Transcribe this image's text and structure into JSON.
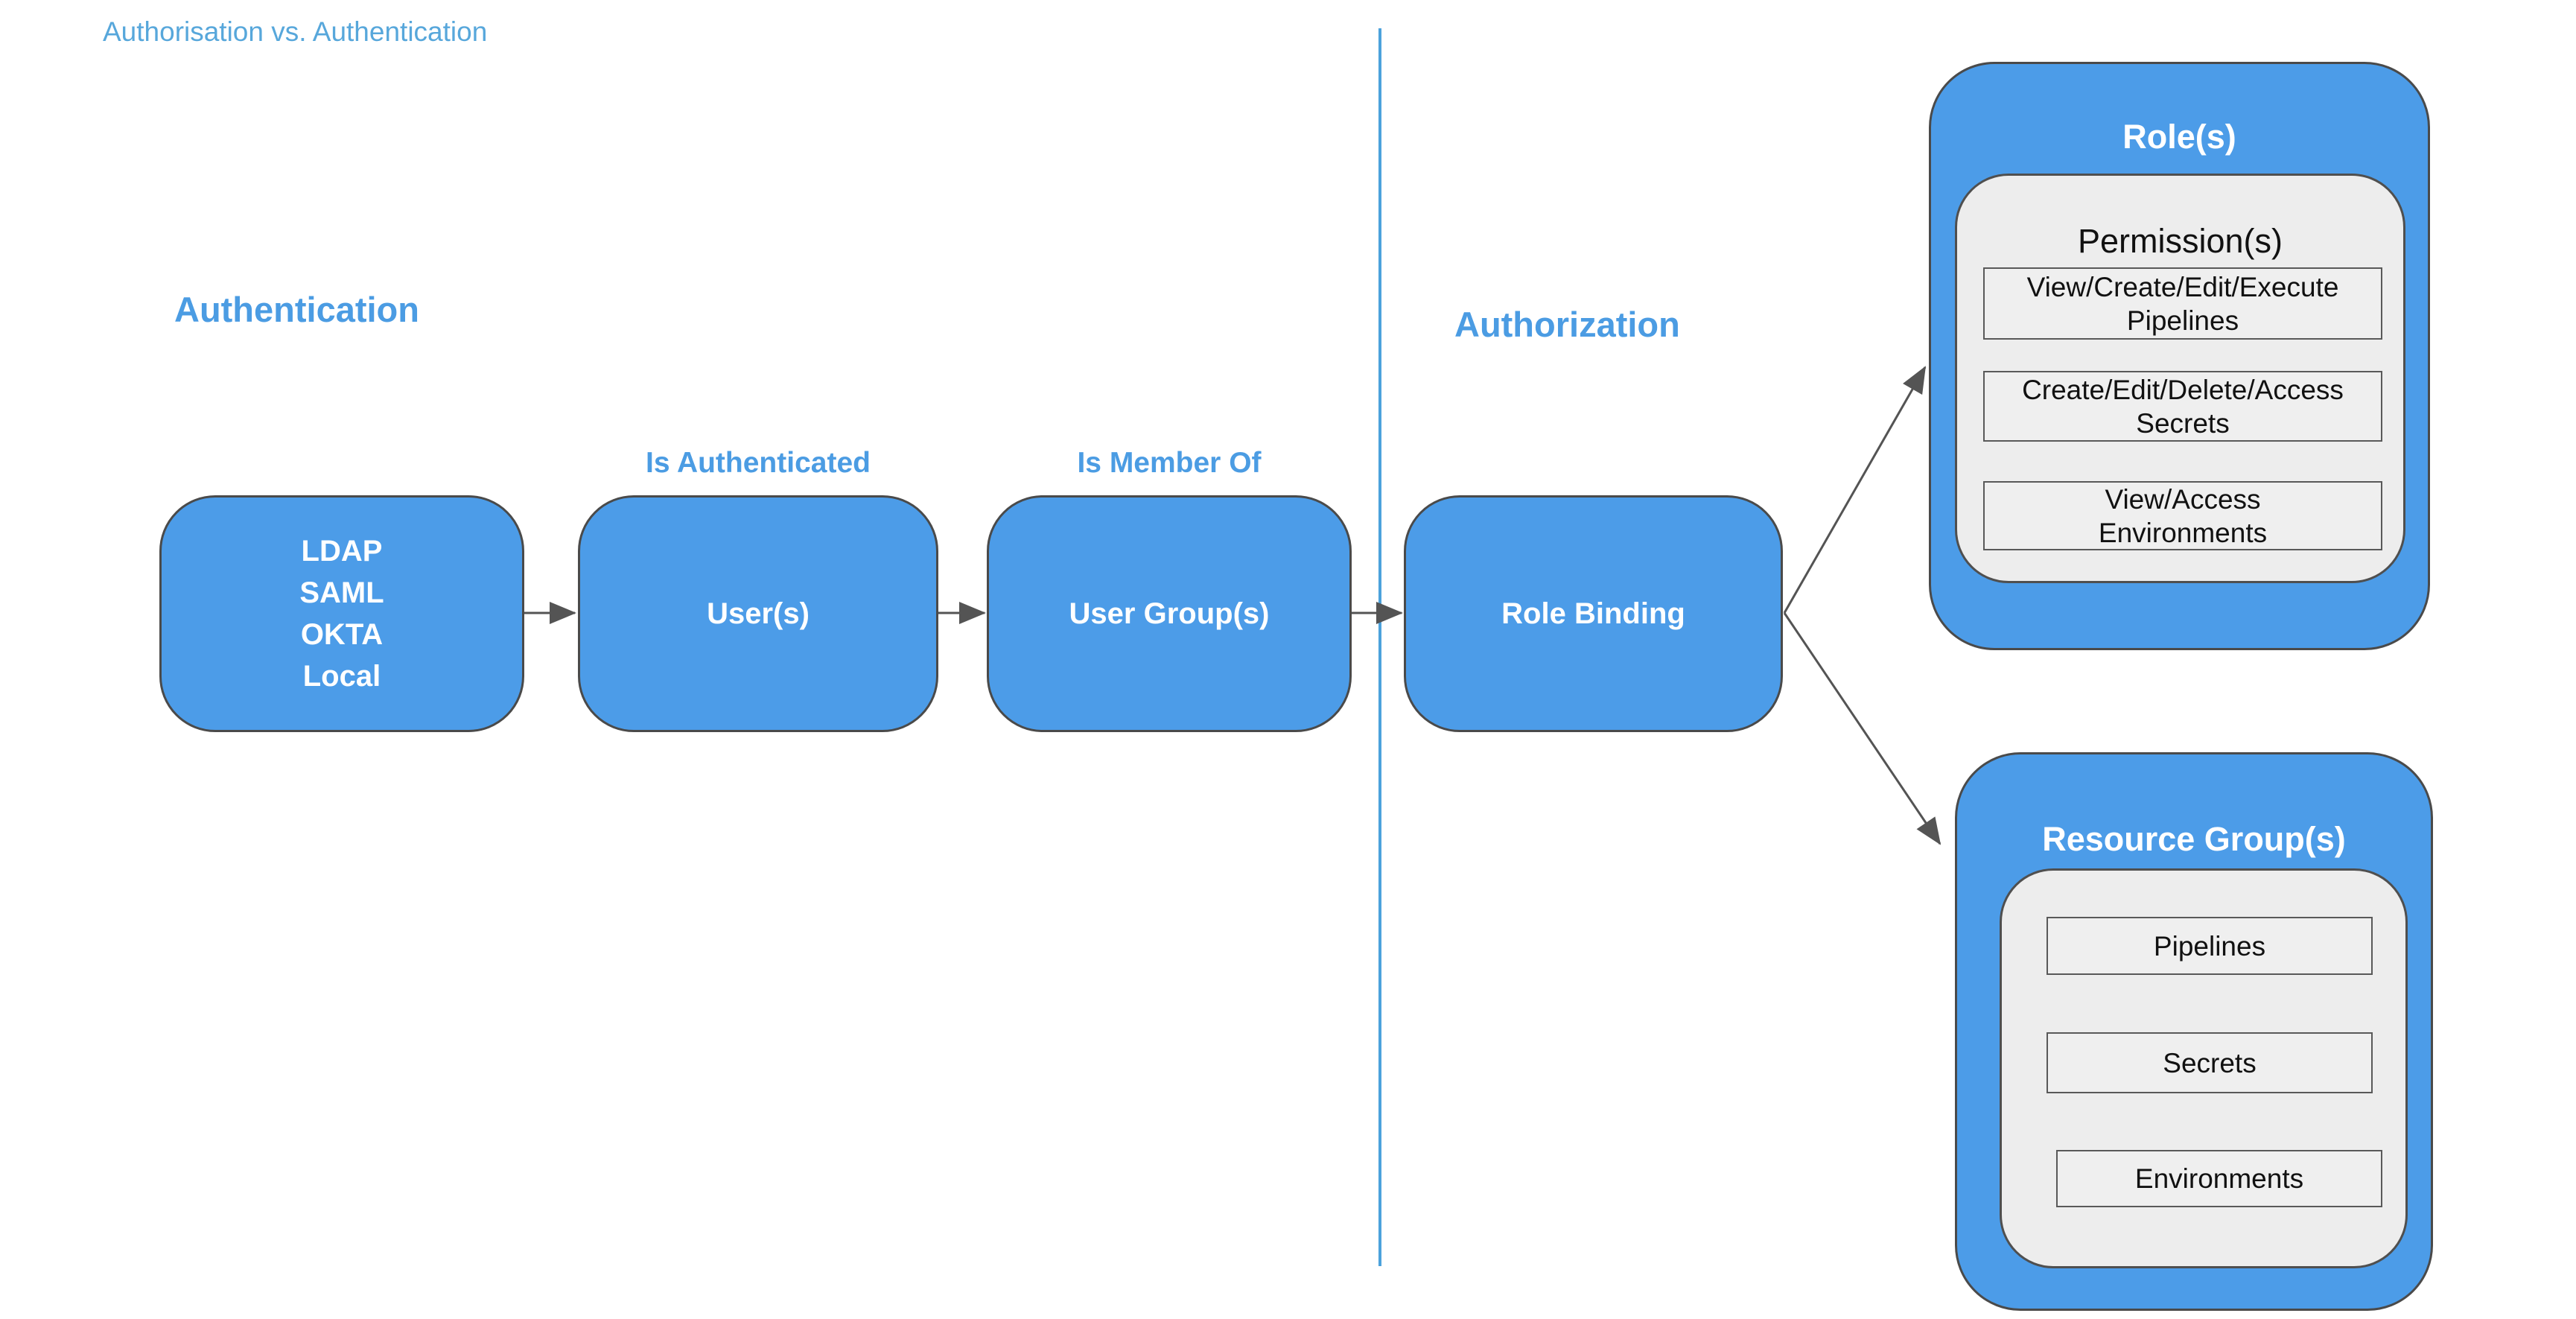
{
  "title": "Authorisation vs. Authentication",
  "colors": {
    "node_blue": "#4C9CE8",
    "heading_blue": "#4B9CE3",
    "title_blue": "#57A7DB",
    "divider_blue": "#4CA2DC",
    "panel_gray": "#EDEDED",
    "border_dark": "#4a4a4a",
    "arrow_gray": "#545454",
    "node_text": "#ffffff",
    "panel_text": "#111111"
  },
  "sections": {
    "authentication": {
      "heading": "Authentication"
    },
    "authorization": {
      "heading": "Authorization"
    }
  },
  "flow": {
    "identity_providers": {
      "label": "LDAP\nSAML\nOKTA\nLocal"
    },
    "users": {
      "label": "User(s)",
      "annotation": "Is Authenticated"
    },
    "user_groups": {
      "label": "User Group(s)",
      "annotation": "Is Member Of"
    },
    "role_binding": {
      "label": "Role Binding"
    }
  },
  "roles": {
    "title": "Role(s)",
    "permissions_heading": "Permission(s)",
    "items": [
      "View/Create/Edit/Execute\nPipelines",
      "Create/Edit/Delete/Access\nSecrets",
      "View/Access\nEnvironments"
    ]
  },
  "resource_groups": {
    "title": "Resource Group(s)",
    "items": [
      "Pipelines",
      "Secrets",
      "Environments"
    ]
  }
}
